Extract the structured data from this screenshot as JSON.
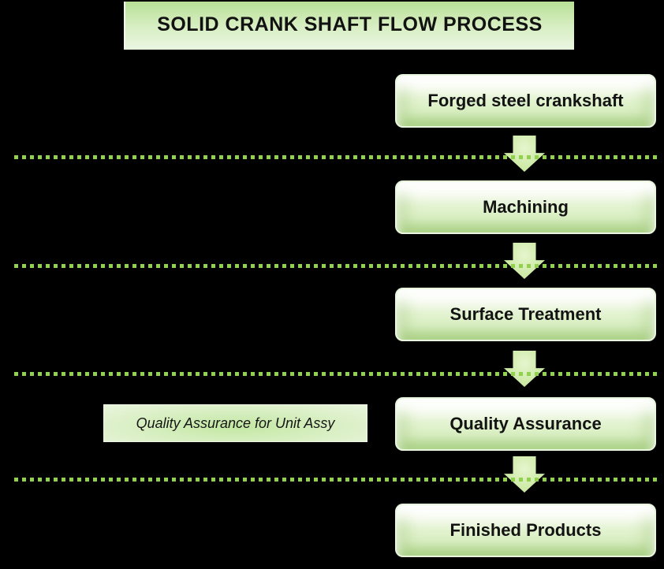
{
  "title": {
    "text": "SOLID CRANK SHAFT FLOW PROCESS"
  },
  "flow": {
    "steps": [
      {
        "label": "Forged steel crankshaft"
      },
      {
        "label": "Machining"
      },
      {
        "label": "Surface Treatment"
      },
      {
        "label": "Quality Assurance"
      },
      {
        "label": "Finished Products"
      }
    ],
    "side_note": "Quality Assurance for Unit Assy",
    "connector_icon": "down-arrow-icon",
    "separator_style": "dotted-line"
  },
  "colors": {
    "background": "#000000",
    "dotted_line_green": "#92d050",
    "banner_gradient_top": "#b7e096",
    "banner_gradient_bottom": "#eaf6e1",
    "step_box_fill": "#d9efc3",
    "arrow_fill": "#cdeba8",
    "text": "#131313"
  }
}
